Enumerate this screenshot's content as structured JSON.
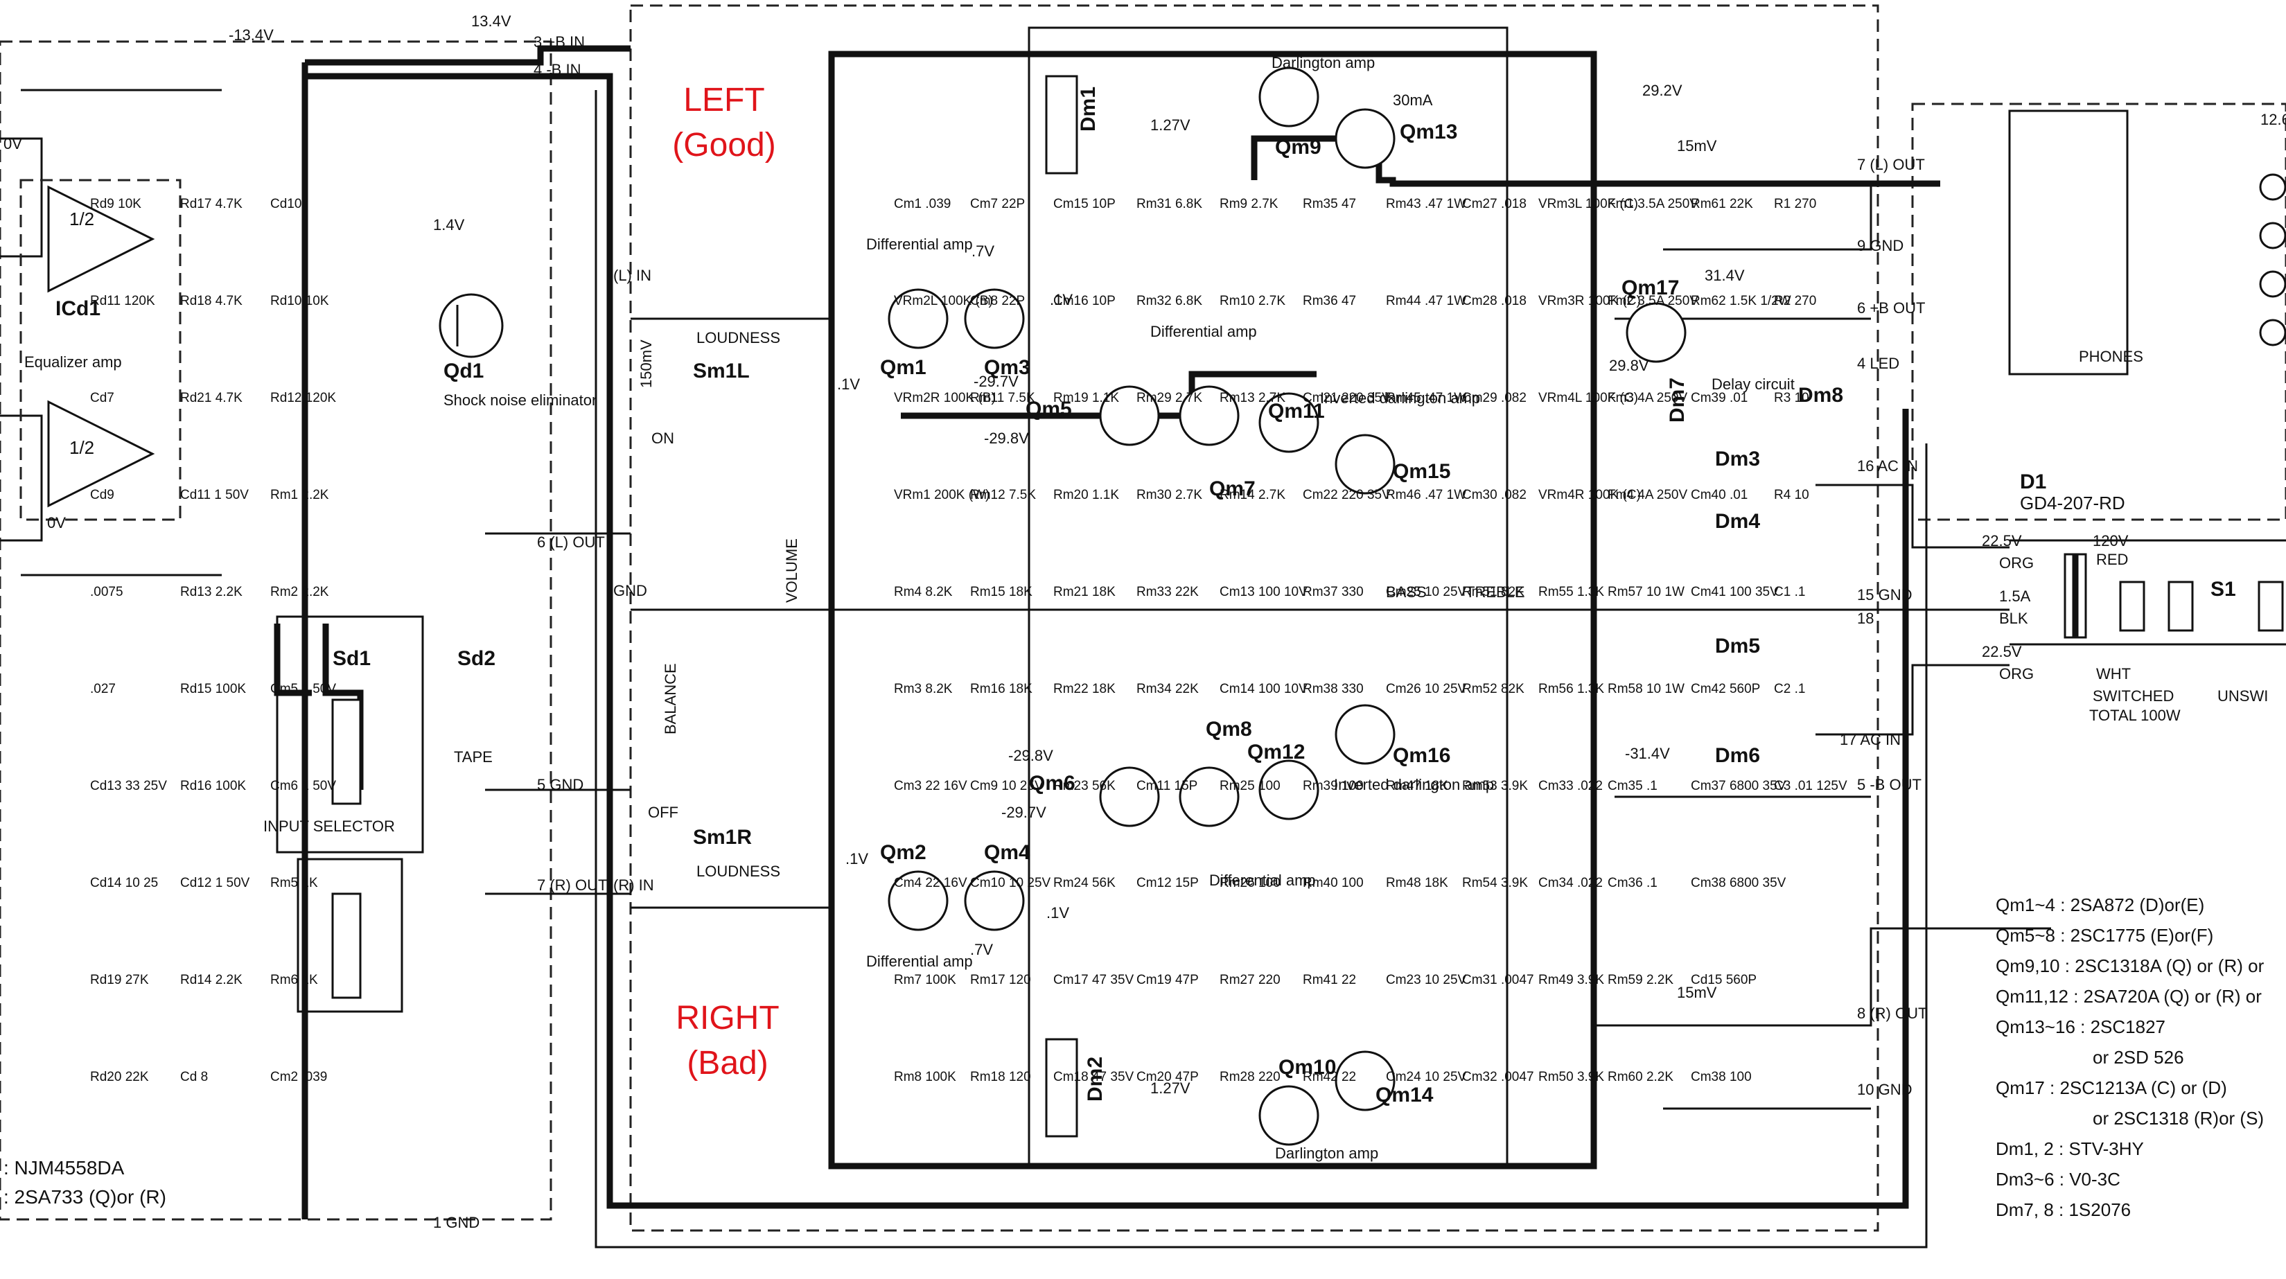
{
  "annotations": {
    "left_title": "LEFT",
    "left_sub": "(Good)",
    "right_title": "RIGHT",
    "right_sub": "(Bad)"
  },
  "stages": {
    "shock_noise": "Shock noise eliminator",
    "equalizer": "Equalizer amp",
    "input_selector": "INPUT SELECTOR",
    "tape": "TAPE",
    "loudness_top": "LOUDNESS",
    "loudness_bottom": "LOUDNESS",
    "volume": "VOLUME",
    "balance": "BALANCE",
    "bass": "BASS",
    "treble": "TREBLE",
    "differential_top": "Differential amp",
    "differential_mid_top": "Differential amp",
    "differential_mid_bottom": "Differential amp",
    "differential_bottom": "Differential amp",
    "darlington_top": "Darlington amp",
    "darlington_bottom": "Darlington amp",
    "inv_darlington_top": "Inverted darlington amp",
    "inv_darlington_bottom": "Inverted darlington amp",
    "delay_circuit": "Delay circuit",
    "phones": "PHONES",
    "switched": "SWITCHED",
    "switched_total": "TOTAL 100W",
    "unswitched": "UNSWI"
  },
  "components": {
    "ICd1": "ICd1",
    "Qd1": "Qd1",
    "Sd1": "Sd1",
    "Sd2": "Sd2",
    "Sm1L": "Sm1L",
    "Sm1R": "Sm1R",
    "Qm1": "Qm1",
    "Qm2": "Qm2",
    "Qm3": "Qm3",
    "Qm4": "Qm4",
    "Qm5": "Qm5",
    "Qm6": "Qm6",
    "Qm7": "Qm7",
    "Qm8": "Qm8",
    "Qm9": "Qm9",
    "Qm10": "Qm10",
    "Qm11": "Qm11",
    "Qm12": "Qm12",
    "Qm13": "Qm13",
    "Qm14": "Qm14",
    "Qm15": "Qm15",
    "Qm16": "Qm16",
    "Qm17": "Qm17",
    "Dm1": "Dm1",
    "Dm2": "Dm2",
    "Dm3": "Dm3",
    "Dm4": "Dm4",
    "Dm5": "Dm5",
    "Dm6": "Dm6",
    "Dm7": "Dm7",
    "Dm8": "Dm8",
    "D1": "D1",
    "D1_part": "GD4-207-RD",
    "S1": "S1",
    "opamp_top": "1/2",
    "opamp_bottom": "1/2"
  },
  "values": [
    "Rd9 10K",
    "Rd11 120K",
    "Cd7",
    "Cd9",
    ".0075",
    ".027",
    "Cd13 33 25V",
    "Cd14 10 25",
    "Rd19 27K",
    "Rd20 22K",
    "Rd17 4.7K",
    "Rd18 4.7K",
    "Rd21 4.7K",
    "Cd11 1 50V",
    "Rd13 2.2K",
    "Rd15 100K",
    "Rd16 100K",
    "Cd12 1 50V",
    "Rd14 2.2K",
    "Cd 8",
    "Cd10",
    "Rd10 10K",
    "Rd12 120K",
    "Rm1 2.2K",
    "Rm2 2.2K",
    "Cm5 1 50V",
    "Cm6 1 50V",
    "Rm5 1K",
    "Rm6 1K",
    "Cm2 .039",
    "Cm1 .039",
    "VRm2L 100K (B)",
    "VRm2R 100K (B)",
    "VRm1 200K (W)",
    "Rm4 8.2K",
    "Rm3 8.2K",
    "Cm3 22 16V",
    "Cm4 22 16V",
    "Rm7 100K",
    "Rm8 100K",
    "Cm7 22P",
    "Cm8 22P",
    "Rm11 7.5K",
    "Rm12 7.5K",
    "Rm15 18K",
    "Rm16 18K",
    "Cm9 10 25V",
    "Cm10 10 25V",
    "Rm17 120",
    "Rm18 120",
    "Cm15 10P",
    "Cm16 10P",
    "Rm19 1.1K",
    "Rm20 1.1K",
    "Rm21 18K",
    "Rm22 18K",
    "Rm23 56K",
    "Rm24 56K",
    "Cm17 47 35V",
    "Cm18 47 35V",
    "Rm31 6.8K",
    "Rm32 6.8K",
    "Rm29 2.7K",
    "Rm30 2.7K",
    "Rm33 22K",
    "Rm34 22K",
    "Cm11 15P",
    "Cm12 15P",
    "Cm19 47P",
    "Cm20 47P",
    "Rm9 2.7K",
    "Rm10 2.7K",
    "Rm13 2.7K",
    "Rm14 2.7K",
    "Cm13 100 10V",
    "Cm14 100 10V",
    "Rm25 100",
    "Rm26 100",
    "Rm27 220",
    "Rm28 220",
    "Rm35 47",
    "Rm36 47",
    "Cm21 220 35V",
    "Cm22 220 35V",
    "Rm37 330",
    "Rm38 330",
    "Rm39 100",
    "Rm40 100",
    "Rm41 22",
    "Rm42 22",
    "Rm43 .47 1W",
    "Rm44 .47 1W",
    "Rm45 .47 1W",
    "Rm46 .47 1W",
    "Cm25 10 25V",
    "Cm26 10 25V",
    "Rm47 18K",
    "Rm48 18K",
    "Cm23 10 25V",
    "Cm24 10 25V",
    "Cm27 .018",
    "Cm28 .018",
    "Cm29 .082",
    "Cm30 .082",
    "Rm51 82K",
    "Rm52 82K",
    "Rm53 3.9K",
    "Rm54 3.9K",
    "Cm31 .0047",
    "Cm32 .0047",
    "VRm3L 100K (C)",
    "VRm3R 100K (C)",
    "VRm4L 100K (C)",
    "VRm4R 100K (C)",
    "Rm55 1.3K",
    "Rm56 1.3K",
    "Cm33 .022",
    "Cm34 .022",
    "Rm49 3.9K",
    "Rm50 3.9K",
    "Fm1 3.5A 250V",
    "Fm2 3.5A 250V",
    "Fm3 4A 250V",
    "Fm4 4A 250V",
    "Rm57 10 1W",
    "Rm58 10 1W",
    "Cm35 .1",
    "Cm36 .1",
    "Rm59 2.2K",
    "Rm60 2.2K",
    "Rm61 22K",
    "Rm62 1.5K 1/2W",
    "Cm39 .01",
    "Cm40 .01",
    "Cm41 100 35V",
    "Cm42 560P",
    "Cm37 6800 35V",
    "Cm38 6800 35V",
    "Cd15 560P",
    "Cm38 100",
    "R1 270",
    "R2 270",
    "R3 10",
    "R4 10",
    "C1 .1",
    "C2 .1",
    "C3 .01 125V"
  ],
  "voltages": {
    "v_m13_4": "-13.4V",
    "v_13_4": "13.4V",
    "v_29_2": "29.2V",
    "v_30ma": "30mA",
    "v_1_27_top": "1.27V",
    "v_1_27_bottom": "1.27V",
    "v_15mv_top": "15mV",
    "v_15mv_bottom": "15mV",
    "v_31_4": "31.4V",
    "v_m31_4": "-31.4V",
    "v_29_8": "29.8V",
    "v_m29_7_top": "-29.7V",
    "v_m29_7_bottom": "-29.7V",
    "v_m29_8_top": "-29.8V",
    "v_m29_8_bottom": "-29.8V",
    "v_7_top": ".7V",
    "v_7_bottom": ".7V",
    "v_1_a": ".1V",
    "v_1_b": ".1V",
    "v_1_c": ".1V",
    "v_1_d": ".1V",
    "v_1_4": "1.4V",
    "v_0v_a": "0V",
    "v_0v_b": "0V",
    "v_22_5_top": "22.5V",
    "v_22_5_bottom": "22.5V",
    "v_150mv": "150mV",
    "v_120v": "120V",
    "v_12_6": "12.6",
    "v_1_5a": "1.5A"
  },
  "terminals": {
    "t_b_in_plus": "3 +B IN",
    "t_b_in_minus": "4 -B IN",
    "t_l_in": "(L) IN",
    "t_r_in": "(R) IN",
    "t_l_out_6": "6 (L) OUT",
    "t_r_out_7": "7 (R) OUT",
    "t_gnd": "GND",
    "t_gnd5": "5 GND",
    "t_gnd1": "1 GND",
    "t_l_out_7": "7 (L) OUT",
    "t_gnd_9": "9 GND",
    "t_b_out_6": "6 +B OUT",
    "t_led_4": "4 LED",
    "t_ac_in_16": "16 AC IN",
    "t_gnd_15": "15 GND",
    "t_18": "18",
    "t_ac_in_17": "17 AC IN",
    "t_b_out_5": "5 -B OUT",
    "t_r_out_8": "8 (R) OUT",
    "t_gnd_10": "10 GND",
    "t_on": "ON",
    "t_off": "OFF",
    "t_red": "RED",
    "t_blk": "BLK",
    "t_org_top": "ORG",
    "t_org_bottom": "ORG",
    "t_wht": "WHT"
  },
  "parts_list": [
    "Qm1~4 : 2SA872 (D)or(E)",
    "Qm5~8 : 2SC1775 (E)or(F)",
    "Qm9,10 : 2SC1318A (Q) or (R) or",
    "Qm11,12 : 2SA720A (Q) or (R) or",
    "Qm13~16 : 2SC1827",
    "or 2SD 526",
    "Qm17 : 2SC1213A (C) or (D)",
    "or 2SC1318 (R)or (S)",
    "Dm1, 2 : STV-3HY",
    "Dm3~6 : V0-3C",
    "Dm7, 8 : 1S2076"
  ],
  "left_parts": [
    ": NJM4558DA",
    ": 2SA733 (Q)or (R)"
  ]
}
